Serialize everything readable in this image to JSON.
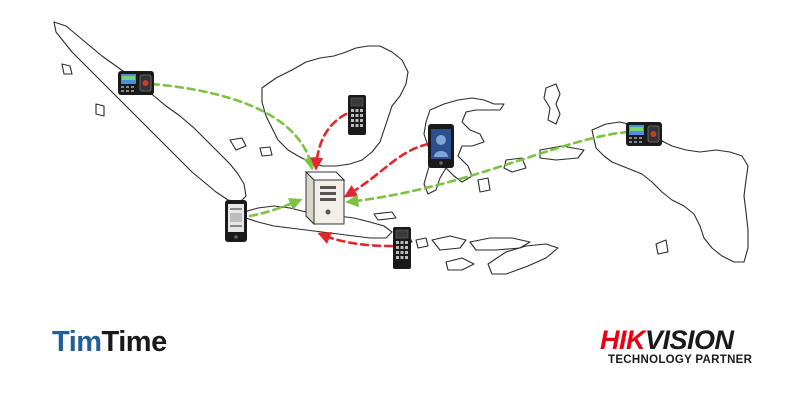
{
  "brand": {
    "product_part1": "Tim",
    "product_part2": "Time",
    "partner_part1": "HIK",
    "partner_part2": "VISION",
    "partner_tagline": "TECHNOLOGY PARTNER"
  },
  "colors": {
    "product_part1": "#1f5f99",
    "product_part2": "#1a1a1a",
    "partner_part1": "#e60012",
    "partner_part2": "#1a1a1a",
    "sync_link": "#7dc242",
    "server_link": "#e3262b",
    "map_outline": "#2b2b2b"
  },
  "diagram": {
    "hub": {
      "icon": "server-tower-icon"
    },
    "devices": [
      {
        "id": "sumatra",
        "icon": "fingerprint-terminal-icon",
        "link": "green"
      },
      {
        "id": "kalimantan",
        "icon": "keypad-reader-icon",
        "link": "red"
      },
      {
        "id": "sulawesi",
        "icon": "face-recognition-terminal-icon",
        "link": "red"
      },
      {
        "id": "papua",
        "icon": "fingerprint-terminal-icon",
        "link": "green"
      },
      {
        "id": "java",
        "icon": "face-recognition-terminal-icon",
        "link": "green"
      },
      {
        "id": "nusa-tenggara",
        "icon": "keypad-reader-icon",
        "link": "red"
      }
    ]
  }
}
